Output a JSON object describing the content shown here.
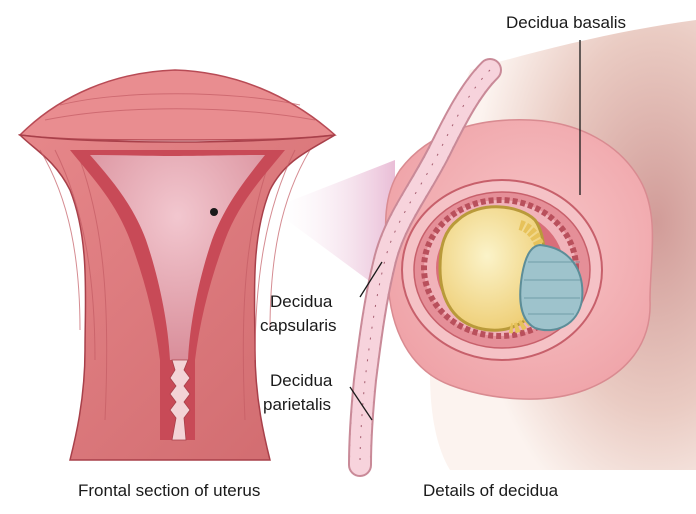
{
  "labels": {
    "decidua_basalis": "Decidua basalis",
    "decidua_capsularis_line1": "Decidua",
    "decidua_capsularis_line2": "capsularis",
    "decidua_parietalis_line1": "Decidua",
    "decidua_parietalis_line2": "parietalis"
  },
  "captions": {
    "left": "Frontal section of uterus",
    "right": "Details of decidua"
  }
}
